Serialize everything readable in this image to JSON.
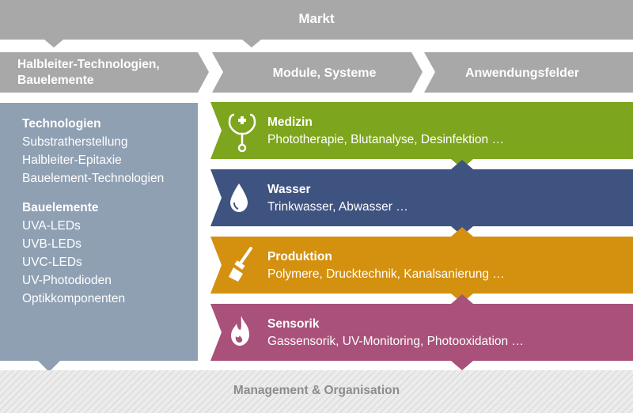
{
  "header": {
    "markt": "Markt"
  },
  "columns": {
    "col1": "Halbleiter-Technologien,",
    "col1_line2": "Bauelemente",
    "col2": "Module, Systeme",
    "col3": "Anwendungsfelder"
  },
  "left_panel": {
    "heading1": "Technologien",
    "items1": [
      "Substratherstellung",
      "Halbleiter-Epitaxie",
      "Bauelement-Technologien"
    ],
    "heading2": "Bauelemente",
    "items2": [
      "UVA-LEDs",
      "UVB-LEDs",
      "UVC-LEDs",
      "UV-Photodioden",
      "Optikkomponenten"
    ]
  },
  "bands": [
    {
      "title": "Medizin",
      "desc": "Phototherapie, Blutanalyse, Desinfektion …",
      "color": "#7ea51e",
      "icon": "stethoscope-icon"
    },
    {
      "title": "Wasser",
      "desc": "Trinkwasser, Abwasser …",
      "color": "#3f5380",
      "icon": "water-drop-icon"
    },
    {
      "title": "Produktion",
      "desc": "Polymere, Drucktechnik, Kanalsanierung …",
      "color": "#d4900f",
      "icon": "paintbrush-icon"
    },
    {
      "title": "Sensorik",
      "desc": "Gassensorik, UV-Monitoring, Photooxidation …",
      "color": "#a9517a",
      "icon": "flame-icon"
    }
  ],
  "footer": {
    "management": "Management & Organisation"
  },
  "colors": {
    "top_grey": "#a8a8a8",
    "left_panel": "#8fa0b3",
    "footer_hatch": "#e6e6e6"
  }
}
